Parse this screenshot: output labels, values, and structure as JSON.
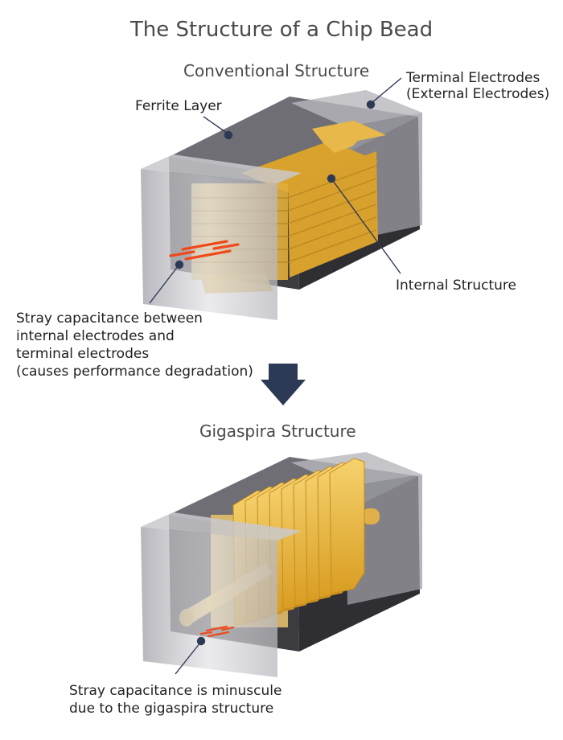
{
  "title": "The Structure of a Chip Bead",
  "conventional": {
    "heading": "Conventional Structure",
    "labels": {
      "ferrite": "Ferrite Layer",
      "terminal_line1": "Terminal Electrodes",
      "terminal_line2": "(External Electrodes)",
      "internal": "Internal Structure",
      "stray_lines": [
        "Stray capacitance between",
        "internal electrodes and",
        "terminal electrodes",
        "(causes performance degradation)"
      ]
    }
  },
  "gigaspira": {
    "heading": "Gigaspira Structure",
    "labels": {
      "stray_lines": [
        "Stray capacitance is minuscule",
        "due to the gigaspira structure"
      ]
    }
  },
  "colors": {
    "body_dark": "#3e3e3e",
    "body_glass": "#c9c9cf",
    "coil": "#e6b23c",
    "capacitance": "#f04a1a",
    "arrow": "#2d3a55",
    "leader": "#2d3a55"
  }
}
